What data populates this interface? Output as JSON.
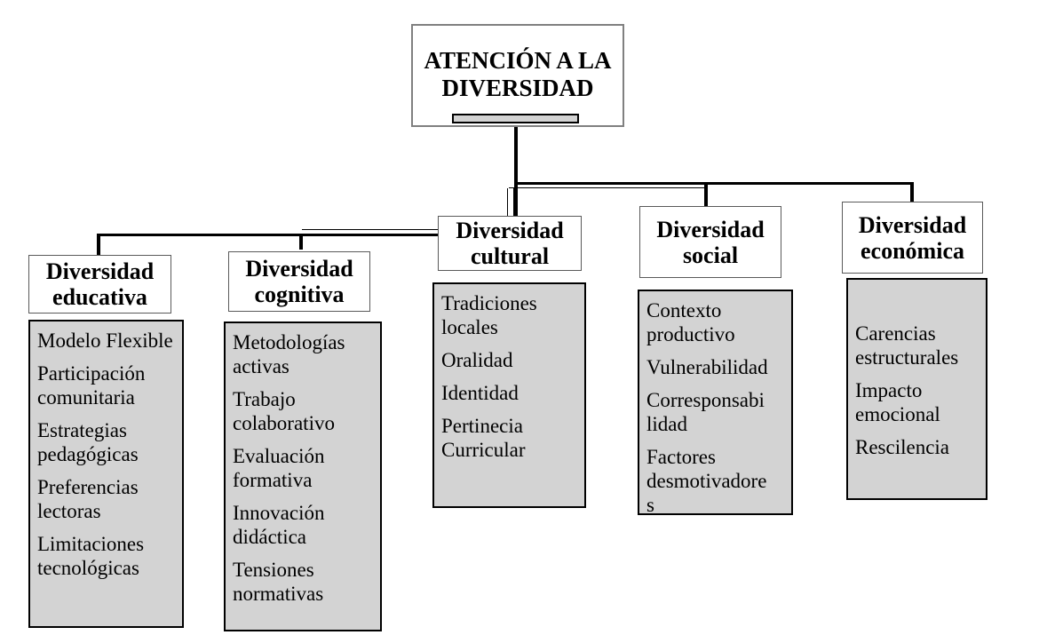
{
  "diagram": {
    "type": "org-chart",
    "root": {
      "title": "ATENCIÓN A LA DIVERSIDAD"
    },
    "branches": [
      {
        "label": "Diversidad educativa",
        "items": [
          "Modelo Flexible",
          "Participación comunitaria",
          "Estrategias pedagógicas",
          "Preferencias lectoras",
          "Limitaciones tecnológicas"
        ]
      },
      {
        "label": "Diversidad cognitiva",
        "items": [
          "Metodologías activas",
          "Trabajo colaborativo",
          "Evaluación formativa",
          "Innovación didáctica",
          "Tensiones normativas"
        ]
      },
      {
        "label": "Diversidad cultural",
        "items": [
          "Tradiciones locales",
          "Oralidad",
          "Identidad",
          "Pertinecia Curricular"
        ]
      },
      {
        "label": "Diversidad social",
        "items": [
          "Contexto productivo",
          "Vulnerabilidad",
          "Corresponsabilidad",
          "Factores desmotivadores"
        ]
      },
      {
        "label": "Diversidad económica",
        "items": [
          "Carencias estructurales",
          "Impacto emocional",
          "Rescilencia"
        ]
      }
    ]
  },
  "colors": {
    "box_fill": "#d3d3d3",
    "connector": "#000000",
    "background": "#ffffff"
  }
}
